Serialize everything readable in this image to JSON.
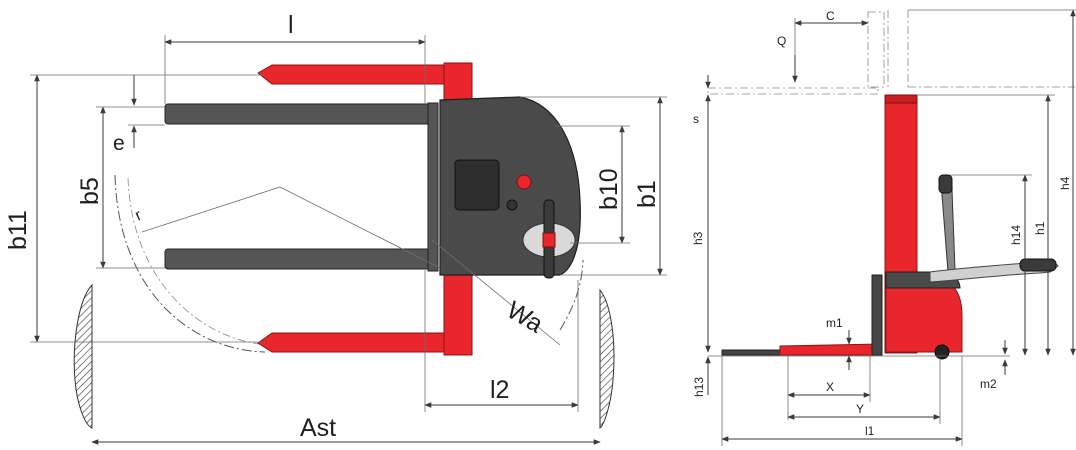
{
  "top_view": {
    "labels": {
      "l": "l",
      "b11": "b11",
      "b5": "b5",
      "e": "e",
      "r": "r",
      "b10": "b10",
      "b1": "b1",
      "wa": "Wa",
      "l2": "l2",
      "ast": "Ast"
    }
  },
  "side_view": {
    "labels": {
      "c": "C",
      "q": "Q",
      "s": "s",
      "h3": "h3",
      "h4": "h4",
      "h14": "h14",
      "h1": "h1",
      "m1": "m1",
      "h13": "h13",
      "x": "X",
      "m2": "m2",
      "y": "Y",
      "l1": "l1"
    }
  },
  "colors": {
    "chassis_red": "#e8262b",
    "body_dark": "#4a4a4a",
    "fork_grey": "#555555",
    "line": "#3a3a3a"
  }
}
